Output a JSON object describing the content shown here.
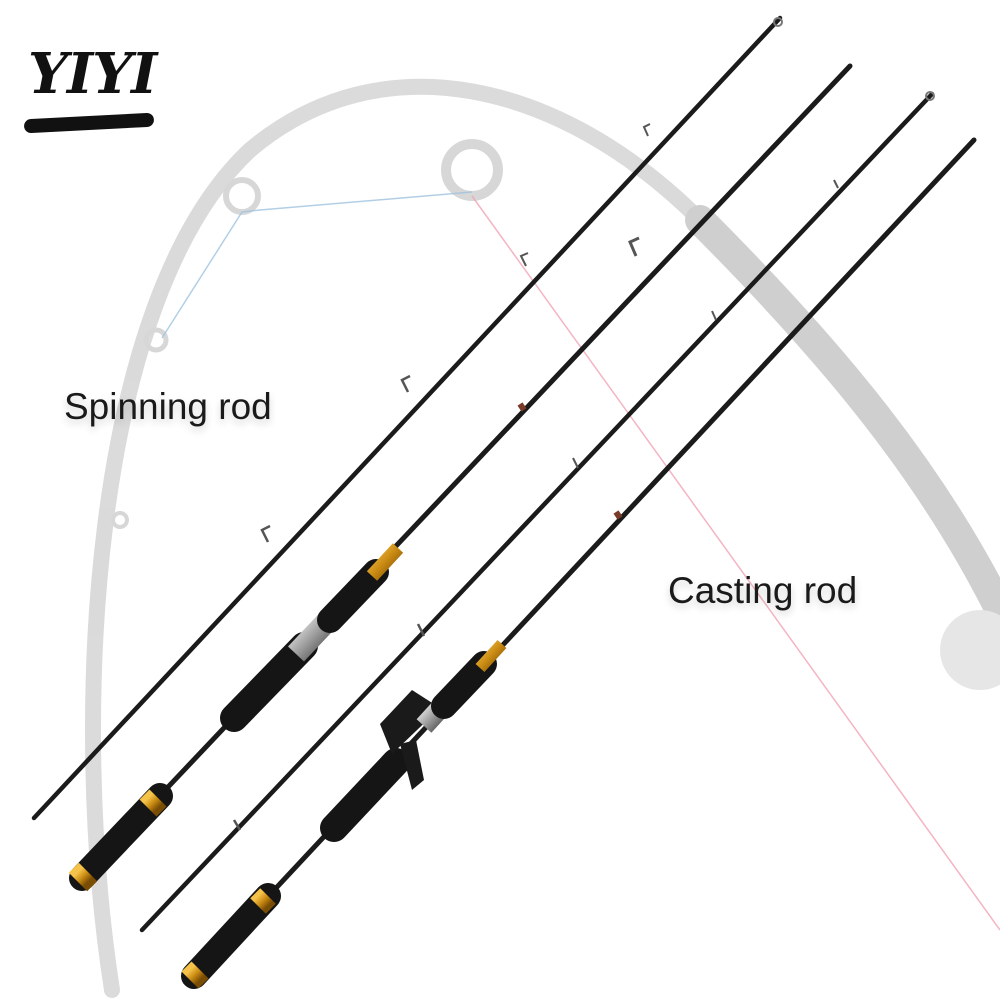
{
  "brand": {
    "name": "YIYI"
  },
  "labels": {
    "spinning": "Spinning rod",
    "casting": "Casting rod"
  },
  "colors": {
    "background": "#ffffff",
    "blank": "#1b1b1b",
    "grip": "#151515",
    "gold": "#c98a12",
    "backdrop_rod": "#bcbcbc",
    "line_pink": "#f1a3b3",
    "line_blue": "#9fc3df"
  }
}
